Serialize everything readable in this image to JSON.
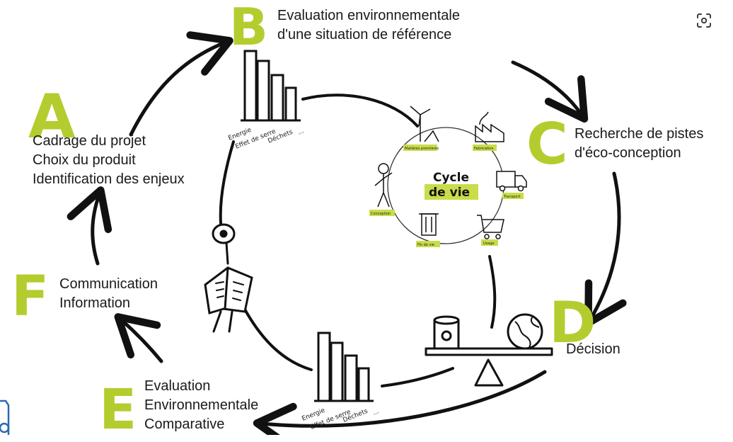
{
  "steps": {
    "a": {
      "letter": "A",
      "lines": [
        "Cadrage du projet",
        "Choix du produit",
        "Identification des enjeux"
      ]
    },
    "b": {
      "letter": "B",
      "lines": [
        "Evaluation environnementale",
        "d'une situation de référence"
      ]
    },
    "c": {
      "letter": "C",
      "lines": [
        "Recherche de pistes",
        "d'éco-conception"
      ]
    },
    "d": {
      "letter": "D",
      "lines": [
        "Décision"
      ]
    },
    "e": {
      "letter": "E",
      "lines": [
        "Evaluation",
        "Environnementale",
        "Comparative"
      ]
    },
    "f": {
      "letter": "F",
      "lines": [
        "Communication",
        "Information"
      ]
    }
  },
  "bar_chart_labels": [
    "Energie",
    "Effet de serre",
    "Déchets",
    "..."
  ],
  "cycle": {
    "title_line1": "Cycle",
    "title_line2": "de vie",
    "stages": [
      "Matières premières",
      "Fabrication",
      "Transport",
      "Usage",
      "Fin de vie",
      "Conception"
    ]
  },
  "toolbar": {
    "lens_icon": "lens-scan-icon"
  },
  "colors": {
    "accent": "#b5cc2e",
    "ink": "#1a1a1a",
    "highlight": "#c9dc4a"
  }
}
